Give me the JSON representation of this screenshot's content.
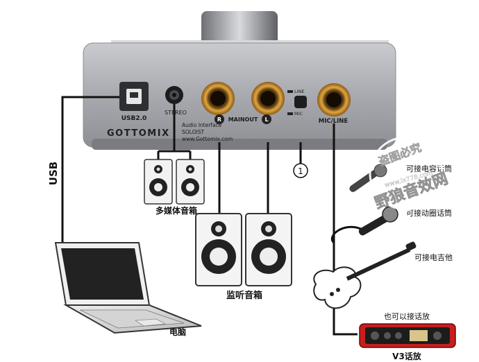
{
  "interface": {
    "usb_port_label": "USB2.0",
    "stereo_label": "STEREO",
    "r_label": "R",
    "mainout_label": "MAINOUT",
    "l_label": "L",
    "line_label": "LINE",
    "mic_label": "MIC",
    "mic_line_label": "MIC/LINE",
    "brand": "GOTTOMIX",
    "subtitle": "Audio Interface",
    "model": "SOLOIST",
    "website": "www.Gottomix.com"
  },
  "cable_label": "USB",
  "switch_marker": "1",
  "labels": {
    "multimedia_speakers": "多媒体音箱",
    "monitor_speakers": "监听音箱",
    "computer": "电脑",
    "condenser_mic": "可接电容话筒",
    "dynamic_mic": "可接动圈话筒",
    "electric_guitar": "可接电吉他",
    "mixer_note": "也可以接话放",
    "v3_mixer": "V3话放"
  },
  "watermark": {
    "line1": "盗图必究",
    "line2": "野狼音效网",
    "url": "www.lx778.com"
  },
  "colors": {
    "device_body": "#a9abb0",
    "jack_gold": "#c8902e",
    "cable": "#111111",
    "mixer_red": "#c81d1d"
  }
}
